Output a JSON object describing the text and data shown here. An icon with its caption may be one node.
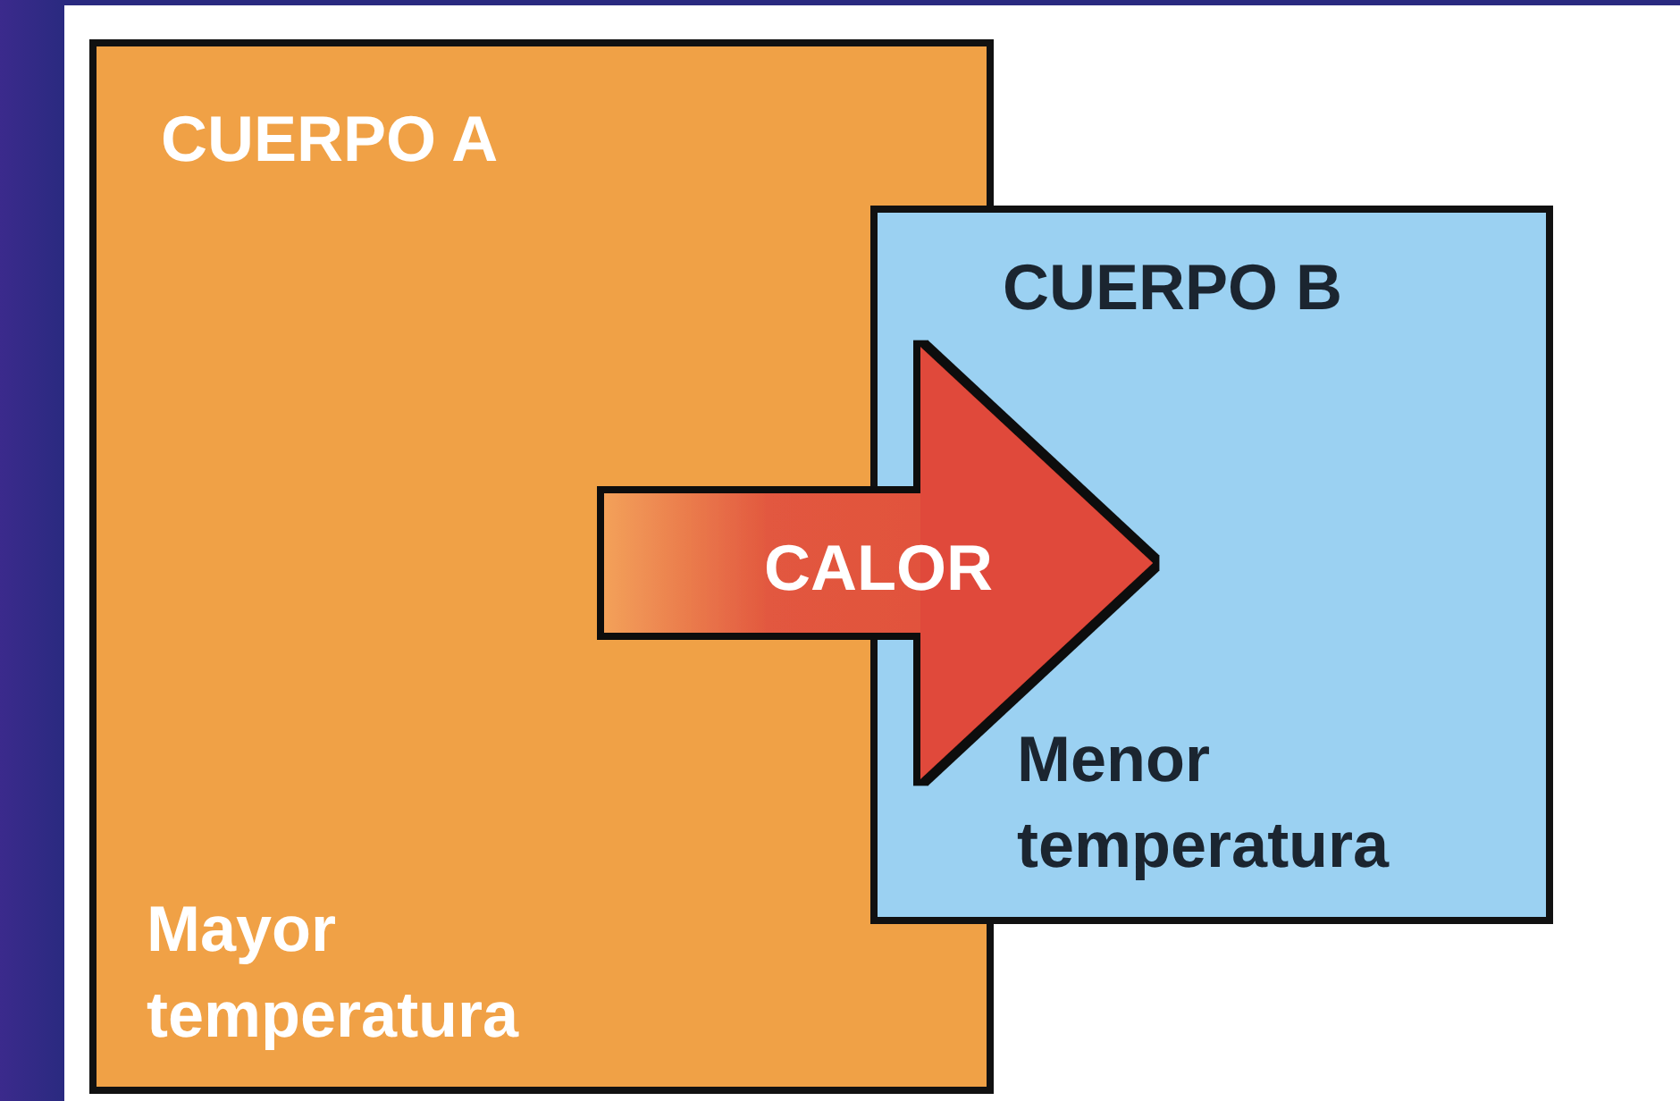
{
  "diagram": {
    "nodes": [
      {
        "text": [
          "CUERPO A",
          "Mayor temperatura"
        ]
      },
      {
        "text": [
          "CUERPO B",
          "Menor temperatura"
        ]
      }
    ],
    "edges": [
      {
        "from": 0,
        "to": 1,
        "arrow": "to",
        "label": "CALOR",
        "style": "thick"
      }
    ]
  }
}
